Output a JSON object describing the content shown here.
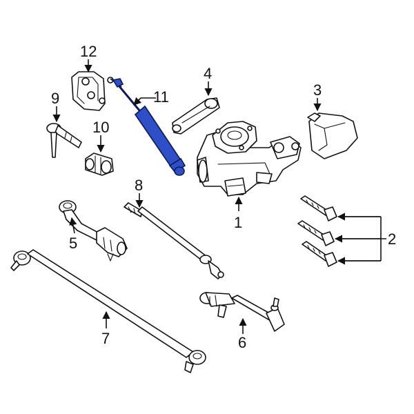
{
  "diagram": {
    "highlight_color": "#2f4fc9",
    "outline_color": "#111111",
    "background_color": "#ffffff",
    "callouts": {
      "c1": "1",
      "c2": "2",
      "c3": "3",
      "c4": "4",
      "c5": "5",
      "c6": "6",
      "c7": "7",
      "c8": "8",
      "c9": "9",
      "c10": "10",
      "c11": "11",
      "c12": "12"
    },
    "highlighted_part_callout": "11"
  }
}
